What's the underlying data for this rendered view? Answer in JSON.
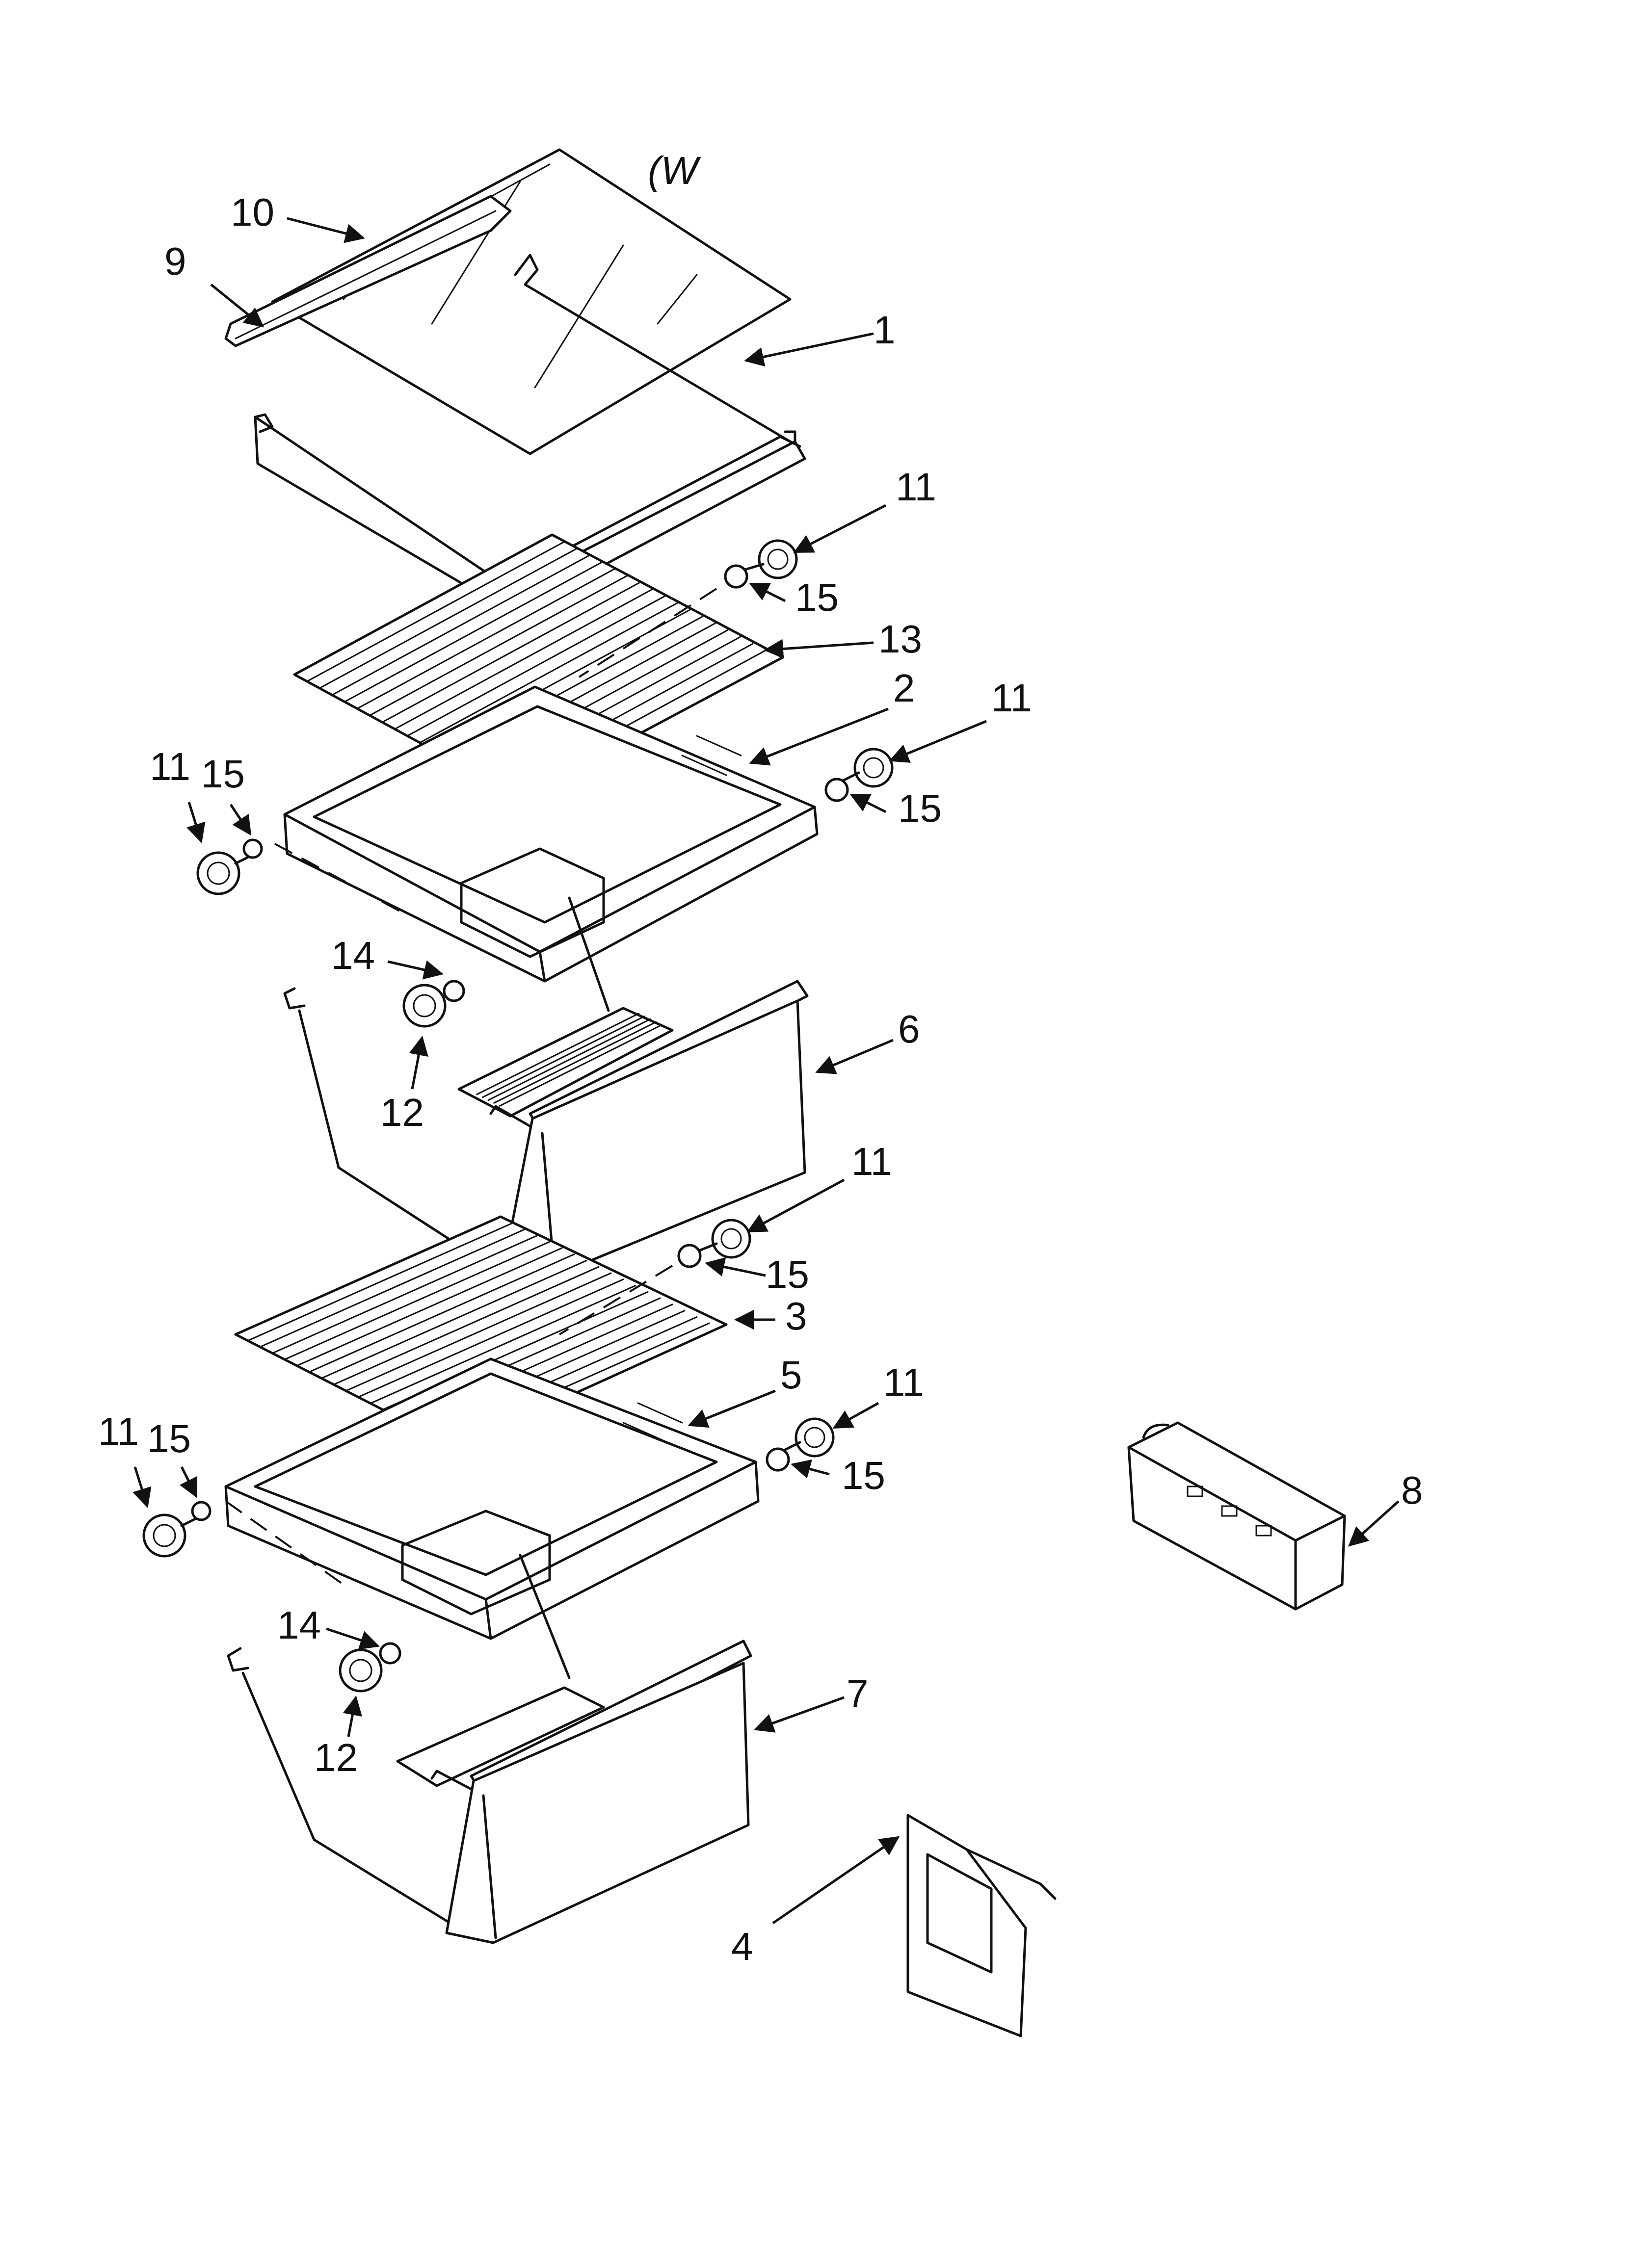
{
  "header_mark": "(W",
  "labels": {
    "l1": "1",
    "l2": "2",
    "l3": "3",
    "l4": "4",
    "l5": "5",
    "l6": "6",
    "l7": "7",
    "l8": "8",
    "l9": "9",
    "l10": "10",
    "l11": "11",
    "l12": "12",
    "l13": "13",
    "l14": "14",
    "l15": "15"
  }
}
